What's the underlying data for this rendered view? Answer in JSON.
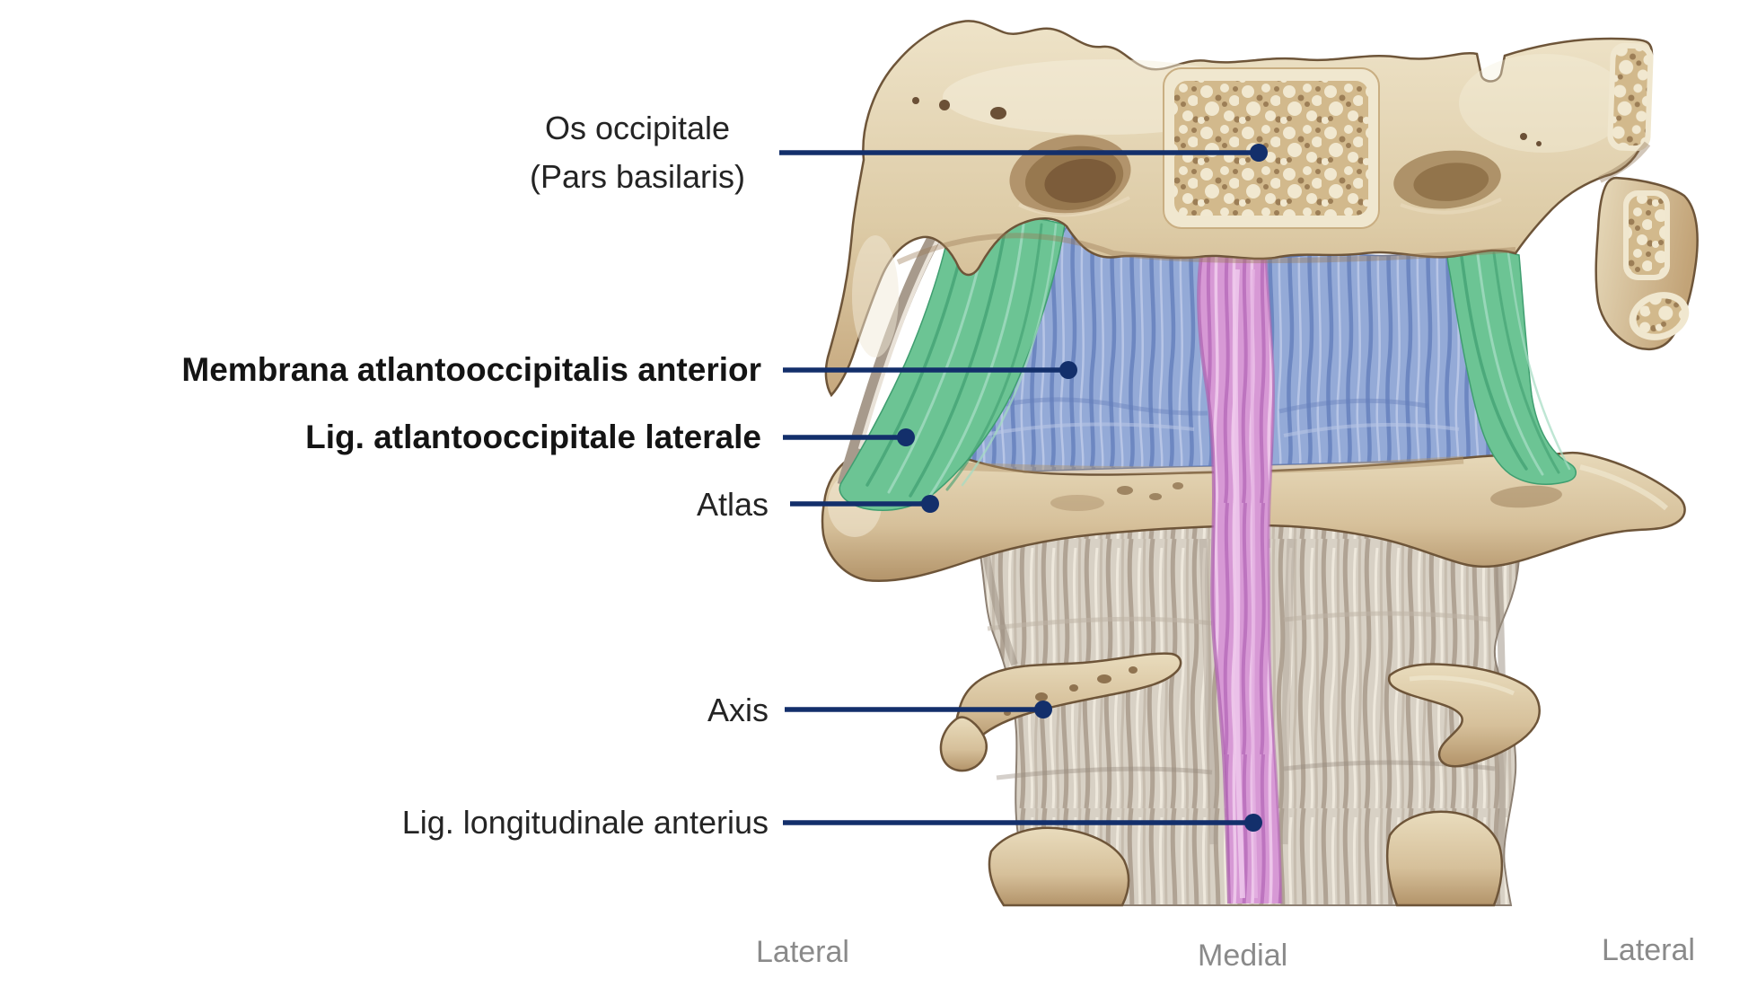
{
  "figure": {
    "title": "Atlantooccipital ligaments anatomy illustration (anterior view)",
    "palette": {
      "annotation_navy": "#132f6b",
      "label_text": "#242424",
      "bold_label_text": "#141414",
      "orientation_text": "#8a8a8a",
      "bone_light": "#f0e7cf",
      "bone_base": "#ddcba6",
      "bone_shadow": "#b3946a",
      "bone_outline": "#6e5539",
      "spongy_background": "#d2b98c",
      "membrane_blue": "#94aad7",
      "ligament_green": "#6cc494",
      "ligament_pink": "#d799d5",
      "fibrous_base": "#d8d1c5"
    },
    "labels": {
      "os_occipitale_line1": "Os occipitale",
      "os_occipitale_line2": "(Pars basilaris)",
      "membrana": "Membrana atlantooccipitalis anterior",
      "lig_laterale": "Lig. atlantooccipitale laterale",
      "atlas": "Atlas",
      "axis": "Axis",
      "lig_longitudinale": "Lig. longitudinale anterius"
    },
    "orientation": {
      "left": "Lateral",
      "center": "Medial",
      "right": "Lateral"
    }
  }
}
